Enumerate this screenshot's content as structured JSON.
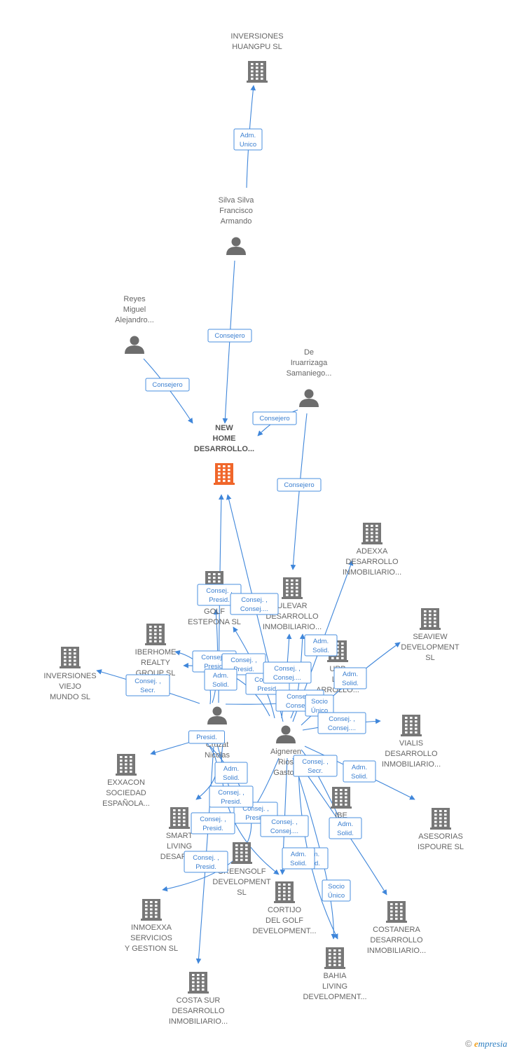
{
  "brand": {
    "copyright": "©",
    "initial": "e",
    "rest": "mpresia"
  },
  "colors": {
    "company": "#777777",
    "focus": "#f0662a",
    "person": "#6d6d6d",
    "edge": "#3f86da"
  },
  "nodes": [
    {
      "id": "huangpu",
      "type": "company",
      "icon": "building-icon",
      "lines": [
        "INVERSIONES",
        "HUANGPU  SL"
      ]
    },
    {
      "id": "silva",
      "type": "person",
      "icon": "person-icon",
      "lines": [
        "Silva Silva",
        "Francisco",
        "Armando"
      ]
    },
    {
      "id": "reyes",
      "type": "person",
      "icon": "person-icon",
      "lines": [
        "Reyes",
        "Miguel",
        "Alejandro..."
      ]
    },
    {
      "id": "deiru",
      "type": "person",
      "icon": "person-icon",
      "lines": [
        "De",
        "Iruarrizaga",
        "Samaniego..."
      ]
    },
    {
      "id": "newhome",
      "type": "focus",
      "icon": "building-icon",
      "lines": [
        "NEW",
        "HOME",
        "DESARROLLO..."
      ]
    },
    {
      "id": "adexxa",
      "type": "company",
      "icon": "building-icon",
      "lines": [
        "ADEXXA",
        "DESARROLLO",
        "INMOBILIARIO..."
      ]
    },
    {
      "id": "marina",
      "type": "company",
      "icon": "building-icon",
      "lines": [
        "M",
        "GOLF",
        "ESTEPONA  SL"
      ]
    },
    {
      "id": "boulevar",
      "type": "company",
      "icon": "building-icon",
      "lines": [
        "ULEVAR",
        "DESARROLLO",
        "INMOBILIARIO..."
      ]
    },
    {
      "id": "seaview",
      "type": "company",
      "icon": "building-icon",
      "lines": [
        "SEAVIEW",
        "DEVELOPMENT",
        "SL"
      ]
    },
    {
      "id": "iberhome",
      "type": "company",
      "icon": "building-icon",
      "lines": [
        "IBERHOME",
        "REALTY",
        "GROUP  SL"
      ]
    },
    {
      "id": "viejo",
      "type": "company",
      "icon": "building-icon",
      "lines": [
        "INVERSIONES",
        "VIEJO",
        "MUNDO SL"
      ]
    },
    {
      "id": "urban",
      "type": "company",
      "icon": "building-icon",
      "lines": [
        "URB",
        "LIV",
        "ARROLLO..."
      ]
    },
    {
      "id": "cruzat",
      "type": "person",
      "icon": "person-icon",
      "lines": [
        "n",
        "Cruzat",
        "Nicolas"
      ]
    },
    {
      "id": "aigneren",
      "type": "person",
      "icon": "person-icon",
      "lines": [
        "Aigneren",
        "Rios",
        "Gaston"
      ]
    },
    {
      "id": "vialis",
      "type": "company",
      "icon": "building-icon",
      "lines": [
        "VIALIS",
        "DESARROLLO",
        "INMOBILIARIO..."
      ]
    },
    {
      "id": "exxacon",
      "type": "company",
      "icon": "building-icon",
      "lines": [
        "EXXACON",
        "SOCIEDAD",
        "ESPAÑOLA..."
      ]
    },
    {
      "id": "iberliving",
      "type": "company",
      "icon": "building-icon",
      "lines": [
        "IBE",
        "INV",
        "ES"
      ]
    },
    {
      "id": "asesorias",
      "type": "company",
      "icon": "building-icon",
      "lines": [
        "ASESORIAS",
        "ISPOURE  SL"
      ]
    },
    {
      "id": "smart",
      "type": "company",
      "icon": "building-icon",
      "lines": [
        "SMART",
        "LIVING",
        "DESARRO"
      ]
    },
    {
      "id": "greengolf",
      "type": "company",
      "icon": "building-icon",
      "lines": [
        "GREENGOLF",
        "DEVELOPMENT",
        "SL"
      ]
    },
    {
      "id": "cortijo",
      "type": "company",
      "icon": "building-icon",
      "lines": [
        "CORTIJO",
        "DEL GOLF",
        "DEVELOPMENT..."
      ]
    },
    {
      "id": "costanera",
      "type": "company",
      "icon": "building-icon",
      "lines": [
        "COSTANERA",
        "DESARROLLO",
        "INMOBILIARIO..."
      ]
    },
    {
      "id": "inmoexxa",
      "type": "company",
      "icon": "building-icon",
      "lines": [
        "INMOEXXA",
        "SERVICIOS",
        "Y GESTION  SL"
      ]
    },
    {
      "id": "bahia",
      "type": "company",
      "icon": "building-icon",
      "lines": [
        "BAHIA",
        "LIVING",
        "DEVELOPMENT..."
      ]
    },
    {
      "id": "costasur",
      "type": "company",
      "icon": "building-icon",
      "lines": [
        "COSTA SUR",
        "DESARROLLO",
        "INMOBILIARIO..."
      ]
    }
  ],
  "edges": [
    {
      "from": "silva",
      "to": "huangpu",
      "lines": [
        "Adm.",
        "Unico"
      ]
    },
    {
      "from": "silva",
      "to": "newhome",
      "lines": [
        "Consejero"
      ]
    },
    {
      "from": "reyes",
      "to": "newhome",
      "lines": [
        "Consejero"
      ]
    },
    {
      "from": "deiru",
      "to": "newhome",
      "lines": [
        "Consejero"
      ]
    },
    {
      "from": "deiru",
      "to": "boulevar",
      "lines": [
        "Consejero"
      ]
    },
    {
      "from": "cruzat",
      "to": "newhome",
      "lines": [
        "Consej. ,",
        "Presid."
      ]
    },
    {
      "from": "aigneren",
      "to": "newhome",
      "lines": [
        "Consej. ,",
        "Consej...."
      ]
    },
    {
      "from": "aigneren",
      "to": "adexxa",
      "lines": [
        "Adm.",
        "Solid."
      ]
    },
    {
      "from": "aigneren",
      "to": "seaview",
      "lines": [
        "Adm.",
        "Solid."
      ]
    },
    {
      "from": "cruzat",
      "to": "iberhome",
      "lines": [
        "Consej. ,",
        "Presid."
      ]
    },
    {
      "from": "aigneren",
      "to": "iberhome",
      "lines": [
        "Consej. ,",
        "Presid."
      ]
    },
    {
      "from": "cruzat",
      "to": "viejo",
      "lines": [
        "Consej. ,",
        "Secr."
      ]
    },
    {
      "from": "cruzat",
      "to": "marina",
      "lines": [
        "Adm.",
        "Solid."
      ]
    },
    {
      "from": "aigneren",
      "to": "marina",
      "lines": [
        "Consej. ,",
        "Presid."
      ]
    },
    {
      "from": "aigneren",
      "to": "boulevar",
      "lines": [
        "Consej. ,",
        "Consej...."
      ]
    },
    {
      "from": "aigneren",
      "to": "urban",
      "lines": [
        "Consej. ,",
        "Consej...."
      ]
    },
    {
      "from": "cruzat",
      "to": "urban",
      "lines": [
        "Socio",
        "Único"
      ]
    },
    {
      "from": "aigneren",
      "to": "vialis",
      "lines": [
        "Consej. ,",
        "Consej...."
      ]
    },
    {
      "from": "cruzat",
      "to": "exxacon",
      "lines": [
        "Presid."
      ]
    },
    {
      "from": "aigneren",
      "to": "asesorias",
      "lines": [
        "Adm.",
        "Solid."
      ]
    },
    {
      "from": "aigneren",
      "to": "iberliving",
      "lines": [
        "Consej. ,",
        "Secr."
      ]
    },
    {
      "from": "cruzat",
      "to": "smart",
      "lines": [
        "Adm.",
        "Solid."
      ]
    },
    {
      "from": "aigneren",
      "to": "greengolf",
      "lines": [
        "Consej. ,",
        "Presid."
      ]
    },
    {
      "from": "cruzat",
      "to": "greengolf",
      "lines": [
        "Consej. ,",
        "Presid."
      ]
    },
    {
      "from": "aigneren",
      "to": "cortijo",
      "lines": [
        "Consej. ,",
        "Consej...."
      ]
    },
    {
      "from": "cruzat",
      "to": "cortijo",
      "lines": [
        "Consej. ,",
        "Presid."
      ]
    },
    {
      "from": "aigneren",
      "to": "costanera",
      "lines": [
        "Adm.",
        "Solid."
      ]
    },
    {
      "from": "cruzat",
      "to": "inmoexxa",
      "lines": [
        "Adm.",
        "Solid."
      ]
    },
    {
      "from": "aigneren",
      "to": "bahia",
      "lines": [
        "Socio",
        "Único"
      ]
    },
    {
      "from": "aigneren",
      "to": "bahia",
      "lines": [
        "Adm.",
        "Solid."
      ]
    },
    {
      "from": "cruzat",
      "to": "costasur",
      "lines": [
        "Consej. ,",
        "Presid."
      ]
    }
  ]
}
